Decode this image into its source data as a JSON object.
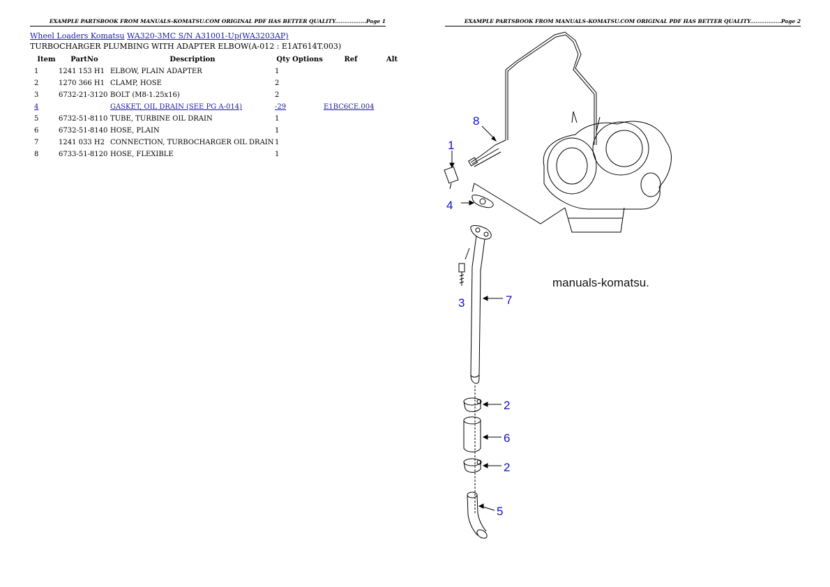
{
  "headers": {
    "page1": "EXAMPLE PARTSBOOK FROM MANUALS-KOMATSU.COM ORIGINAL PDF HAS BETTER QUALITY.................Page 1",
    "page2": "EXAMPLE PARTSBOOK FROM MANUALS-KOMATSU.COM ORIGINAL PDF HAS BETTER QUALITY.................Page 2"
  },
  "breadcrumb": {
    "link1": "Wheel Loaders Komatsu",
    "link2": "WA320-3MC S/N A31001-Up(WA3203AP)"
  },
  "subtitle": "TURBOCHARGER PLUMBING WITH ADAPTER ELBOW(A-012 : E1AT614T.003)",
  "table": {
    "columns": [
      "Item",
      "PartNo",
      "Description",
      "Qty",
      "Options",
      "Ref",
      "Alt"
    ],
    "rows": [
      {
        "item": "1",
        "partno": "1241 153 H1",
        "desc": "ELBOW, PLAIN ADAPTER",
        "qty": "1",
        "options": "",
        "ref": "",
        "alt": ""
      },
      {
        "item": "2",
        "partno": "1270 366 H1",
        "desc": "CLAMP, HOSE",
        "qty": "2",
        "options": "",
        "ref": "",
        "alt": ""
      },
      {
        "item": "3",
        "partno": "6732-21-3120",
        "desc": "BOLT (M8-1.25x16)",
        "qty": "2",
        "options": "",
        "ref": "",
        "alt": ""
      },
      {
        "item": "4",
        "partno": "",
        "desc": "GASKET, OIL DRAIN (SEE PG A-014)",
        "qty": "-29",
        "options": "",
        "ref": "E1BC6CE.004",
        "alt": ""
      },
      {
        "item": "5",
        "partno": "6732-51-8110",
        "desc": "TUBE, TURBINE OIL DRAIN",
        "qty": "1",
        "options": "",
        "ref": "",
        "alt": ""
      },
      {
        "item": "6",
        "partno": "6732-51-8140",
        "desc": "HOSE, PLAIN",
        "qty": "1",
        "options": "",
        "ref": "",
        "alt": ""
      },
      {
        "item": "7",
        "partno": "1241 033 H2",
        "desc": "CONNECTION, TURBOCHARGER OIL DRAIN",
        "qty": "1",
        "options": "",
        "ref": "",
        "alt": ""
      },
      {
        "item": "8",
        "partno": "6733-51-8120",
        "desc": "HOSE, FLEXIBLE",
        "qty": "1",
        "options": "",
        "ref": "",
        "alt": ""
      }
    ]
  },
  "diagram": {
    "callouts": [
      "1",
      "2",
      "3",
      "4",
      "5",
      "6",
      "7",
      "8"
    ],
    "watermark": "manuals-komatsu.",
    "callout_color": "#1010d0"
  }
}
